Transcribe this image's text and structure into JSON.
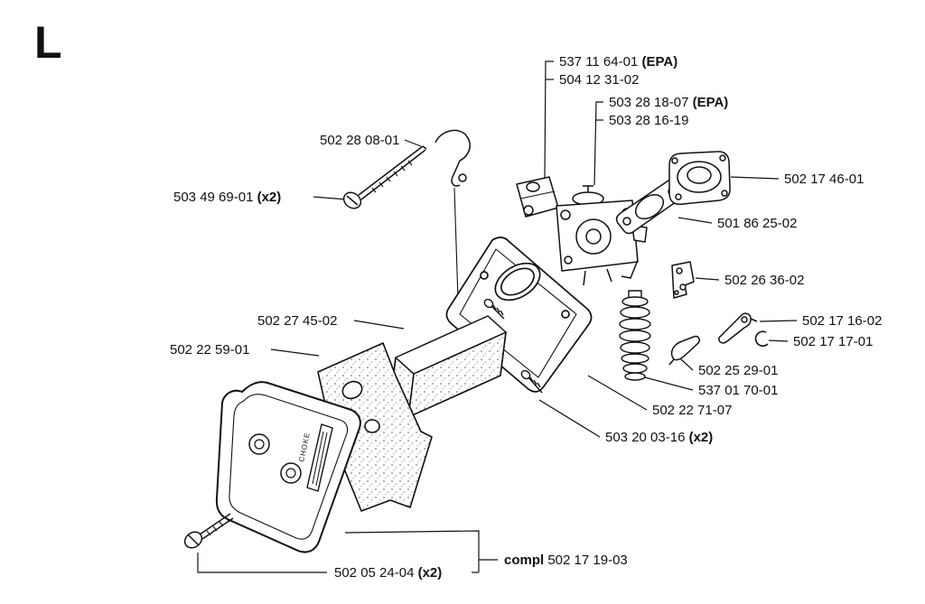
{
  "page": {
    "section_letter": "L"
  },
  "diagram": {
    "cover_text": "CHOKE",
    "labels": [
      {
        "text": "537 11 64-01 ",
        "bold": "(EPA)"
      },
      {
        "text": "504 12 31-02",
        "bold": ""
      },
      {
        "text": "503 28 18-07 ",
        "bold": "(EPA)"
      },
      {
        "text": "503 28 16-19",
        "bold": ""
      },
      {
        "text": "502 28 08-01",
        "bold": ""
      },
      {
        "text": "503 49 69-01 ",
        "bold": "(x2)"
      },
      {
        "text": "502 17 46-01",
        "bold": ""
      },
      {
        "text": "501 86 25-02",
        "bold": ""
      },
      {
        "text": "502 26 36-02",
        "bold": ""
      },
      {
        "text": "502 17 16-02",
        "bold": ""
      },
      {
        "text": "502 17 17-01",
        "bold": ""
      },
      {
        "text": "502 25 29-01",
        "bold": ""
      },
      {
        "text": "537 01 70-01",
        "bold": ""
      },
      {
        "text": "502 22 71-07",
        "bold": ""
      },
      {
        "text": "503 20 03-16 ",
        "bold": "(x2)"
      },
      {
        "text": "502 27 45-02",
        "bold": ""
      },
      {
        "text": "502 22 59-01",
        "bold": ""
      },
      {
        "text": "502 05 24-04 ",
        "bold": "(x2)"
      },
      {
        "bold_prefix": "compl ",
        "text": "502 17 19-03"
      }
    ]
  }
}
